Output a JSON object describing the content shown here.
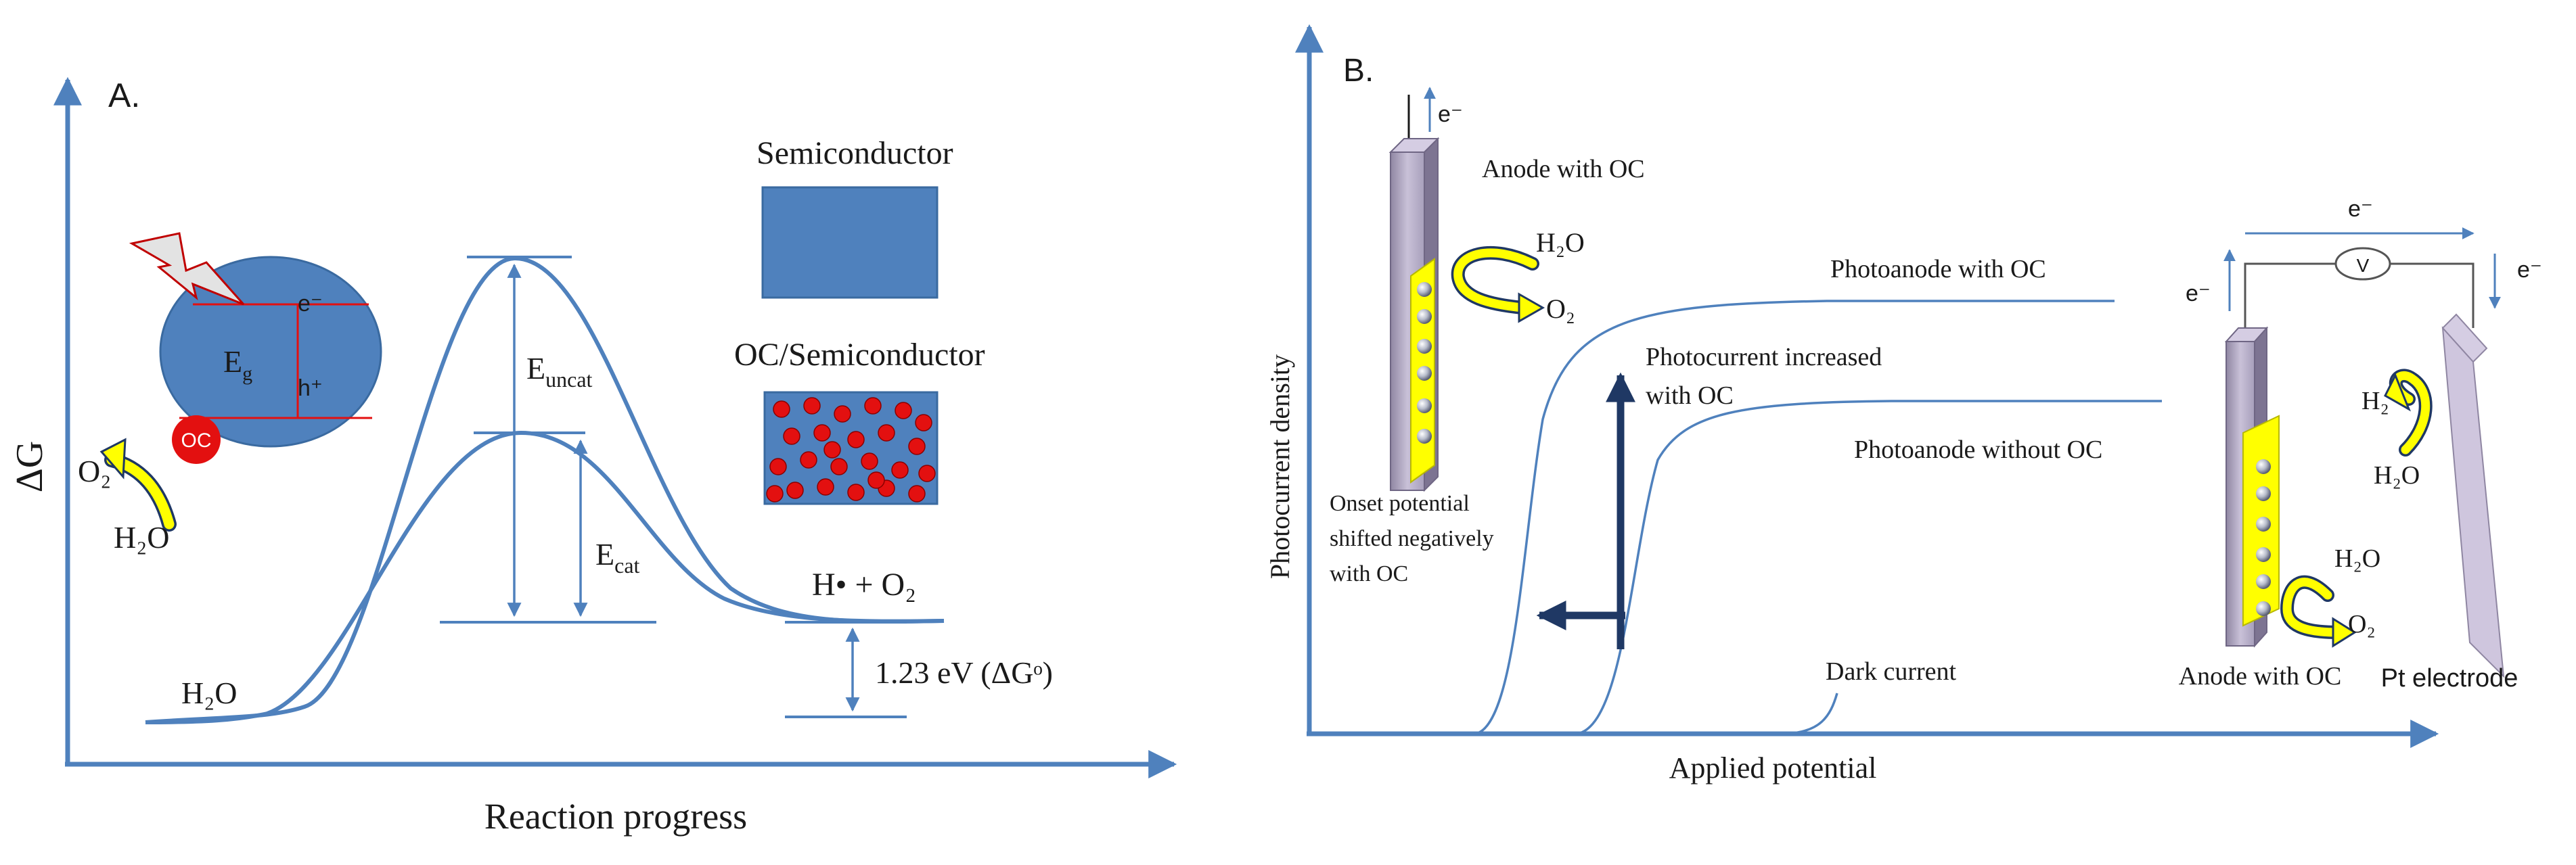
{
  "panel_a": {
    "label": "A.",
    "y_axis_label": "ΔG",
    "x_axis_label": "Reaction progress",
    "start_label": "H₂O",
    "end_label": "H• + O₂",
    "energy_gap_label": "1.23 eV (ΔGᵒ)",
    "uncat_base": "E",
    "uncat_sub": "uncat",
    "cat_base": "E",
    "cat_sub": "cat",
    "legend_semiconductor": "Semiconductor",
    "legend_oc_semiconductor": "OC/Semiconductor",
    "particle": {
      "electron": "e⁻",
      "hole": "h⁺",
      "gap_base": "E",
      "gap_sub": "g",
      "oc": "OC",
      "o2": "O₂",
      "h2o": "H₂O"
    },
    "colors": {
      "semiconductor": "#4f81bd",
      "oc": "#e31010",
      "axis": "#4f81bd"
    }
  },
  "panel_b": {
    "label": "B.",
    "y_axis_label": "Photocurrent density",
    "x_axis_label": "Applied potential",
    "curve_with_oc": "Photoanode with OC",
    "curve_without_oc": "Photoanode without OC",
    "dark_current": "Dark current",
    "increase_line1": "Photocurrent increased",
    "increase_line2": "with OC",
    "onset_line1": "Onset potential",
    "onset_line2": "shifted negatively",
    "onset_line3": "with OC",
    "left_electrode": {
      "title": "Anode with OC",
      "electron": "e⁻",
      "h2o": "H₂O",
      "o2": "O₂"
    },
    "cell": {
      "electron_top": "e⁻",
      "electron_left": "e⁻",
      "electron_right": "e⁻",
      "meter": "V",
      "h2": "H₂",
      "h2o_cathode": "H₂O",
      "h2o_anode": "H₂O",
      "o2": "O₂",
      "anode_label": "Anode with OC",
      "cathode_label": "Pt electrode"
    },
    "colors": {
      "catalyst": "#ffff00",
      "electrode": "#b8aec8",
      "curve": "#4f81bd",
      "arrow": "#1f3864"
    }
  }
}
